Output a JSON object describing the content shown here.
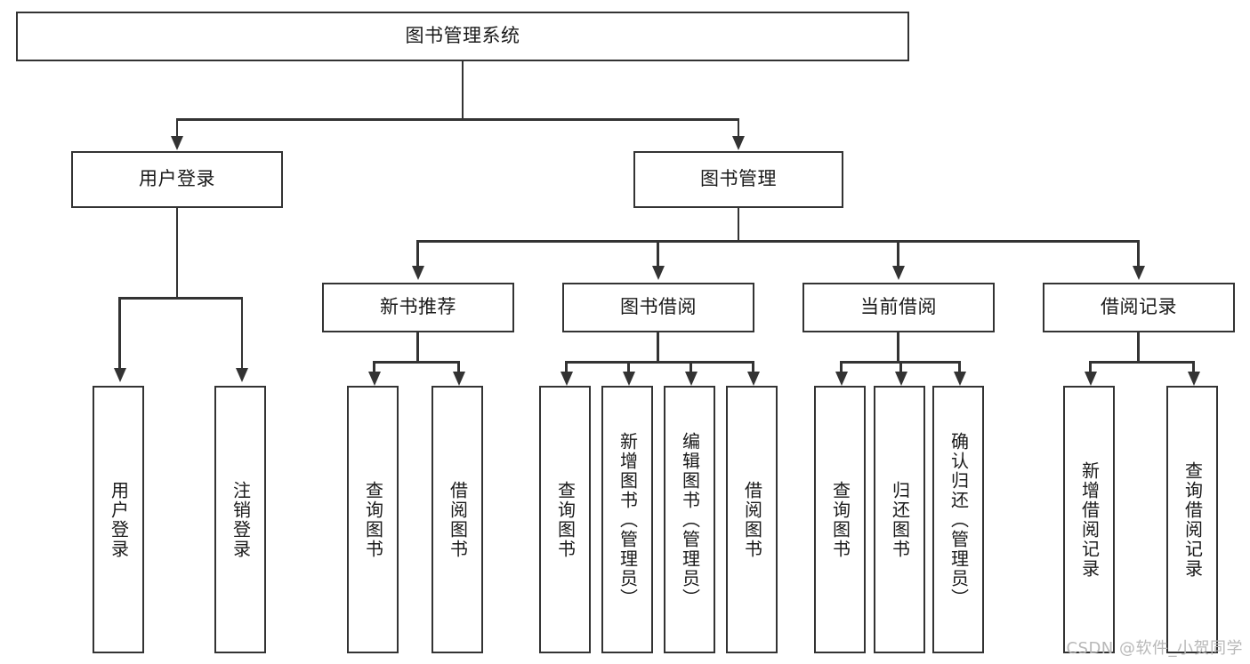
{
  "diagram": {
    "type": "tree",
    "title": "图书管理系统",
    "root": {
      "label": "图书管理系统"
    },
    "level2": [
      {
        "label": "用户登录"
      },
      {
        "label": "图书管理"
      }
    ],
    "level3": [
      {
        "label": "新书推荐"
      },
      {
        "label": "图书借阅"
      },
      {
        "label": "当前借阅"
      },
      {
        "label": "借阅记录"
      }
    ],
    "leaves": {
      "user_login": [
        {
          "label": "用户登录"
        },
        {
          "label": "注销登录"
        }
      ],
      "new_book_recommend": [
        {
          "label": "查询图书"
        },
        {
          "label": "借阅图书"
        }
      ],
      "book_borrow": [
        {
          "label": "查询图书"
        },
        {
          "label": "新增图书（管理员）"
        },
        {
          "label": "编辑图书（管理员）"
        },
        {
          "label": "借阅图书"
        }
      ],
      "current_borrow": [
        {
          "label": "查询图书"
        },
        {
          "label": "归还图书"
        },
        {
          "label": "确认归还（管理员）"
        }
      ],
      "borrow_record": [
        {
          "label": "新增借阅记录"
        },
        {
          "label": "查询借阅记录"
        }
      ]
    }
  },
  "watermark": {
    "text": "CSDN @软件_小贺同学"
  },
  "colors": {
    "stroke": "#333333",
    "fill": "#ffffff",
    "text": "#1a1a1a",
    "watermark": "#b8b8b8"
  }
}
